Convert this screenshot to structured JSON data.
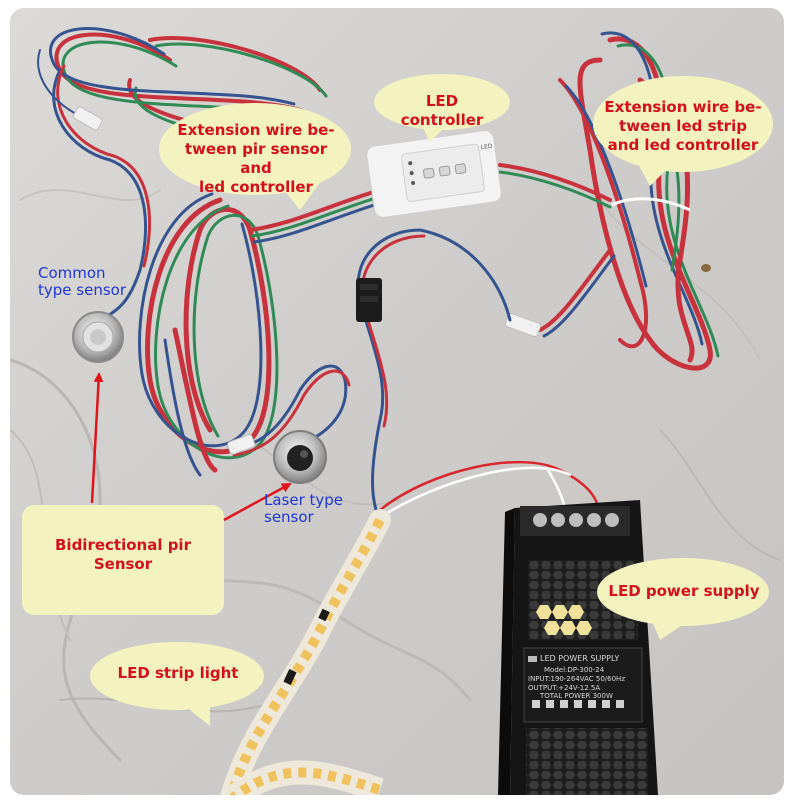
{
  "labels": {
    "led_controller": "LED controller",
    "ext_wire_pir": "Extension wire be-\ntween pir sensor and\nled controller",
    "ext_wire_strip": "Extension wire be-\ntween led strip\nand led controller",
    "common_sensor": "Common\ntype sensor",
    "laser_sensor": "Laser type\nsensor",
    "bidirectional_pir": "Bidirectional pir\nSensor",
    "power_supply": "LED power supply",
    "strip_light": "LED strip light"
  },
  "device_print": {
    "psu_title": "LED POWER SUPPLY",
    "psu_model": "Model:DP-300-24",
    "psu_input": "INPUT:190-264VAC 50/60Hz",
    "psu_output": "OUTPUT:+24V-12.5A",
    "psu_power": "TOTAL POWER 300W",
    "controller_badge": "LED"
  },
  "colors": {
    "callout_fill": "#f4f3c0",
    "callout_text": "#d4101a",
    "sensor_text": "#1f36d8",
    "arrow": "#e0141c",
    "wire_red": "#c8323c",
    "wire_green": "#2f8a55",
    "wire_blue": "#35538f"
  }
}
